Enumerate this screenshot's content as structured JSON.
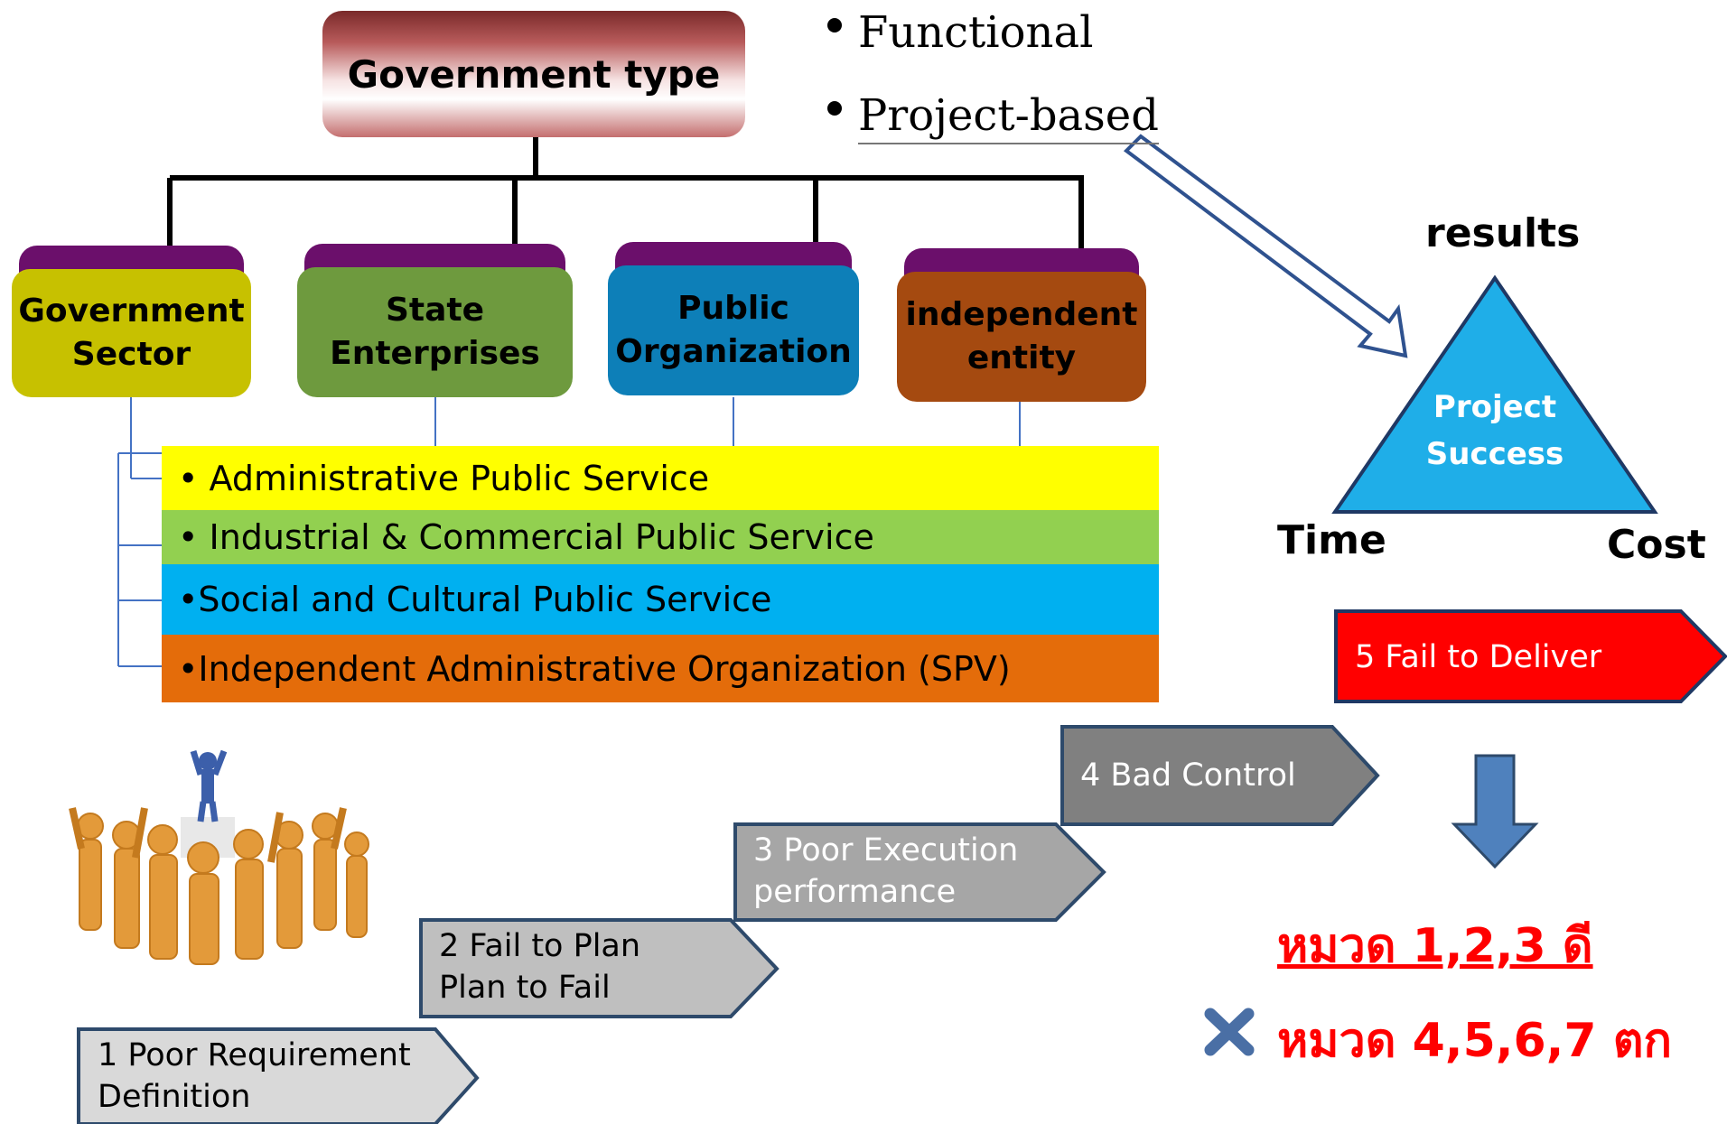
{
  "title": "Government type",
  "bullets": [
    "Functional",
    "Project-based"
  ],
  "categories": [
    {
      "label": "Government Sector",
      "color": "#c7c100"
    },
    {
      "label": "State Enterprises",
      "color": "#6e9a3e"
    },
    {
      "label": "Public Organization",
      "color": "#0d7fb8"
    },
    {
      "label": "independent entity",
      "color": "#a54a10"
    }
  ],
  "services": [
    {
      "label": "• Administrative Public Service",
      "color": "#ffff00"
    },
    {
      "label": "• Industrial & Commercial Public Service",
      "color": "#92d050"
    },
    {
      "label": "•Social and Cultural Public Service",
      "color": "#00b0f0"
    },
    {
      "label": "•Independent Administrative Organization (SPV)",
      "color": "#e46c0a"
    }
  ],
  "triangle": {
    "center": "Project Success",
    "top": "results",
    "left": "Time",
    "right": "Cost",
    "color": "#1faee8"
  },
  "steps": [
    {
      "label": "1 Poor Requirement Definition",
      "color": "#d9d9d9"
    },
    {
      "label": "2 Fail to Plan Plan to Fail",
      "color": "#bfbfbf"
    },
    {
      "label": "3 Poor Execution performance",
      "color": "#a6a6a6"
    },
    {
      "label": "4 Bad Control",
      "color": "#808080"
    },
    {
      "label": "5 Fail to Deliver",
      "color": "#ff0000"
    }
  ],
  "outcomes": {
    "good": "หมวด 1,2,3 ดี",
    "bad": "หมวด 4,5,6,7 ตก"
  },
  "icons": [
    "people-cheering-icon",
    "down-arrow-icon",
    "cross-icon",
    "hollow-arrow-icon"
  ]
}
